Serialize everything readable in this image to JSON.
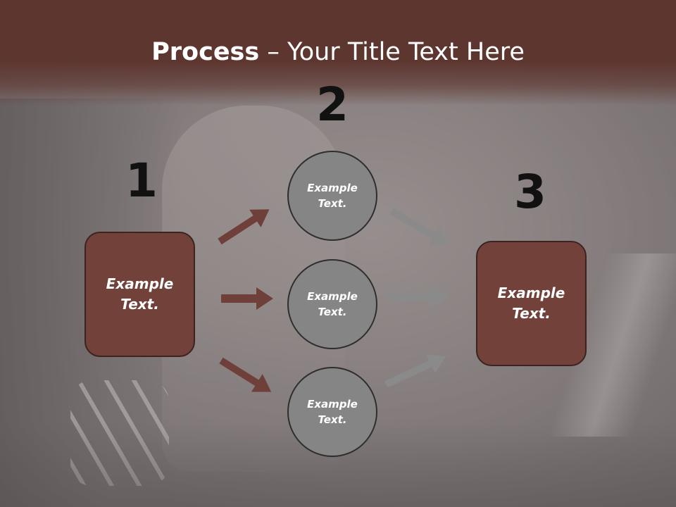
{
  "title": {
    "bold": "Process",
    "dash": " – ",
    "rest": "Your Title Text Here"
  },
  "steps": {
    "one": {
      "number": "1"
    },
    "two": {
      "number": "2"
    },
    "three": {
      "number": "3"
    }
  },
  "left_box": {
    "line1": "Example",
    "line2": "Text."
  },
  "right_box": {
    "line1": "Example",
    "line2": "Text."
  },
  "circles": [
    {
      "line1": "Example",
      "line2": "Text."
    },
    {
      "line1": "Example",
      "line2": "Text."
    },
    {
      "line1": "Example",
      "line2": "Text."
    }
  ],
  "colors": {
    "title_band": "#5e3630",
    "box_fill": "#72413a",
    "circle_fill": "#858585",
    "arrow_brown": "#6f3f3a",
    "arrow_gray": "#8a8a8a"
  }
}
